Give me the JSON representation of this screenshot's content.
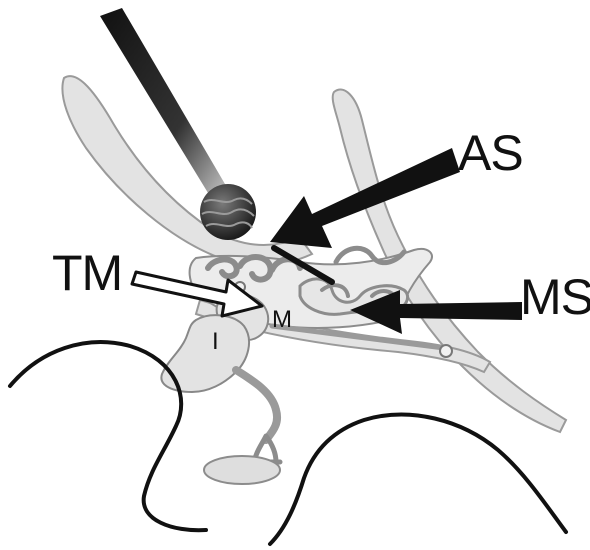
{
  "labels": {
    "as": "AS",
    "tm": "TM",
    "ms": "MS",
    "m": "M",
    "i": "I"
  },
  "colors": {
    "background": "#ffffff",
    "tissue_fill": "#e3e3e3",
    "tissue_stroke": "#9a9a9a",
    "ink": "#111111"
  }
}
